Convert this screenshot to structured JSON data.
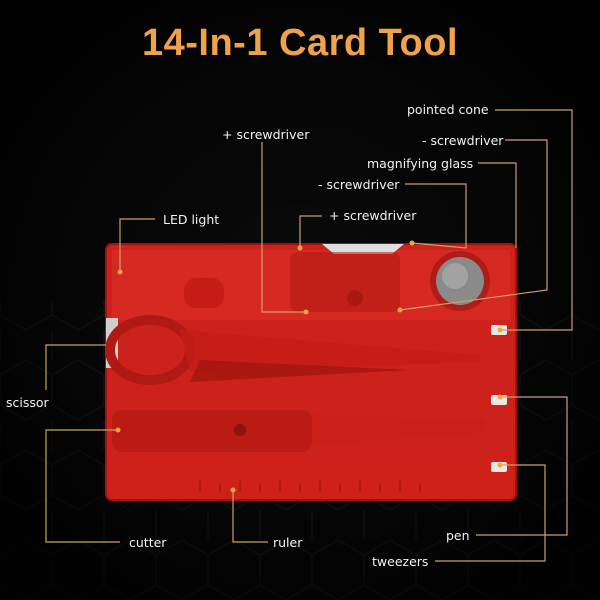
{
  "title": "14-In-1 Card Tool",
  "colors": {
    "title": "#f0a24a",
    "card": "#e2211b",
    "leader": "#c9a06a",
    "dot": "#f4a63a",
    "background": "#0b0b0b"
  },
  "labels": {
    "pointed_cone": "pointed cone",
    "plus_screwdriver_1": "+ screwdriver",
    "minus_screwdriver_1": "- screwdriver",
    "magnifying_glass": "magnifying glass",
    "minus_screwdriver_2": "- screwdriver",
    "led_light": "LED light",
    "plus_screwdriver_2": "+ screwdriver",
    "scissor": "scissor",
    "cutter": "cutter",
    "ruler": "ruler",
    "pen": "pen",
    "tweezers": "tweezers"
  }
}
